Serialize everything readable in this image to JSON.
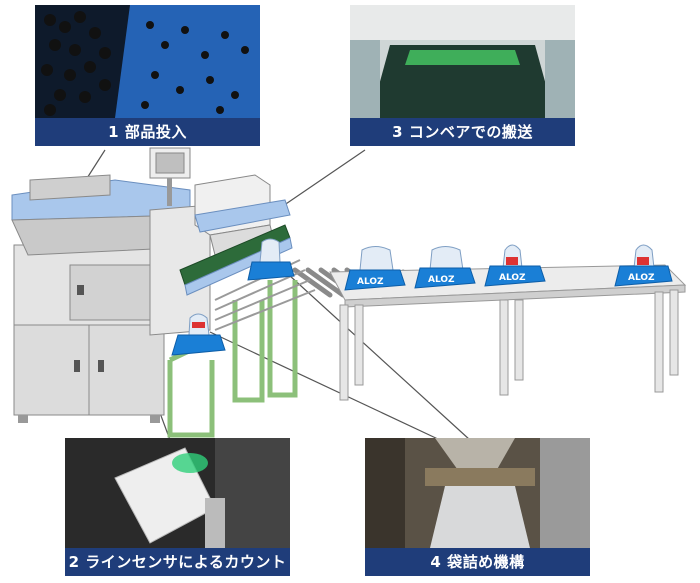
{
  "callouts": [
    {
      "id": "step1",
      "label": "1 部品投入"
    },
    {
      "id": "step2",
      "label": "2 ラインセンサによるカウント"
    },
    {
      "id": "step3",
      "label": "3 コンベアでの搬送"
    },
    {
      "id": "step4",
      "label": "4 袋詰め機構"
    }
  ],
  "bag_box_label": "ALOZ",
  "colors": {
    "caption_bg": "#1f3d7a",
    "conveyor_green": "#2d6b3a",
    "frame_green": "#9fd08c",
    "box_blue": "#1a7fd6",
    "machine_gray": "#d9d9d9",
    "hopper_blue": "#a9c7ec"
  }
}
